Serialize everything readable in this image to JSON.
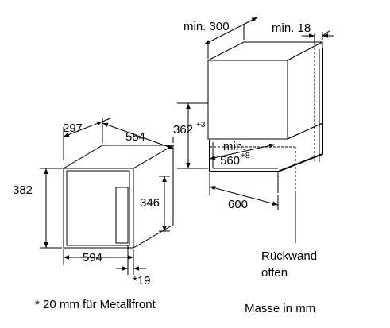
{
  "oven": {
    "depth": "297",
    "width": "554",
    "height": "382",
    "front_height": "346",
    "front_width": "594",
    "front_thickness": "*19"
  },
  "niche": {
    "width_min": "min. 300",
    "side_gap_min": "min. 18",
    "height": "362",
    "height_tol": "+3",
    "niche_width_min": "min.",
    "niche_width": "560",
    "niche_width_tol": "+8",
    "depth": "600"
  },
  "notes": {
    "back_wall_line1": "Rückwand",
    "back_wall_line2": "offen",
    "footnote": "* 20 mm für Metallfront",
    "units": "Masse in mm"
  }
}
